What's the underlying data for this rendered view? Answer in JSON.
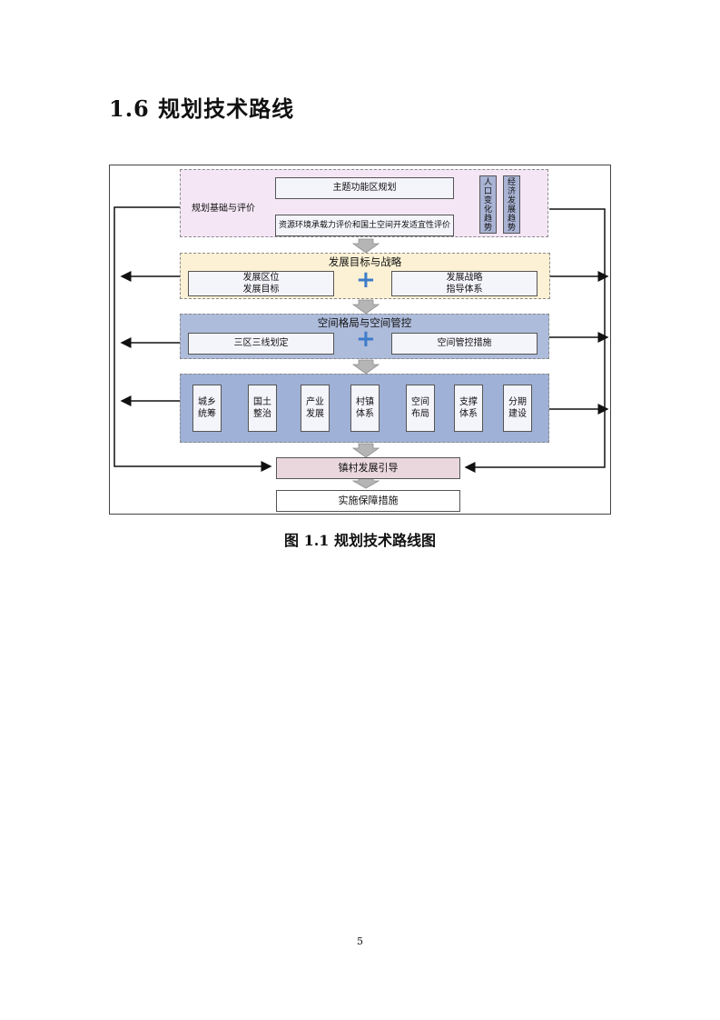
{
  "heading": "1.6 规划技术路线",
  "figure": {
    "stage1": {
      "label": "规划基础与评价",
      "box_top": "主题功能区规划",
      "box_bottom": "资源环境承载力评价和国土空间开发适宜性评价",
      "trend1": [
        "人",
        "口",
        "变",
        "化",
        "趋",
        "势"
      ],
      "trend2": [
        "经",
        "济",
        "发",
        "展",
        "趋",
        "势"
      ]
    },
    "stage2": {
      "title": "发展目标与战略",
      "left_line1": "发展区位",
      "left_line2": "发展目标",
      "right_line1": "发展战略",
      "right_line2": "指导体系",
      "plus": "+"
    },
    "stage3": {
      "title": "空间格局与空间管控",
      "left": "三区三线划定",
      "right": "空间管控措施",
      "plus": "+"
    },
    "stage4": {
      "items": [
        {
          "line1": "城乡",
          "line2": "统筹"
        },
        {
          "line1": "国土",
          "line2": "整治"
        },
        {
          "line1": "产业",
          "line2": "发展"
        },
        {
          "line1": "村镇",
          "line2": "体系"
        },
        {
          "line1": "空间",
          "line2": "布局"
        },
        {
          "line1": "支撑",
          "line2": "体系"
        },
        {
          "line1": "分期",
          "line2": "建设"
        }
      ]
    },
    "guidance": "镇村发展引导",
    "implementation": "实施保障措施"
  },
  "caption": "图 1.1 规划技术路线图",
  "page_number": "5"
}
